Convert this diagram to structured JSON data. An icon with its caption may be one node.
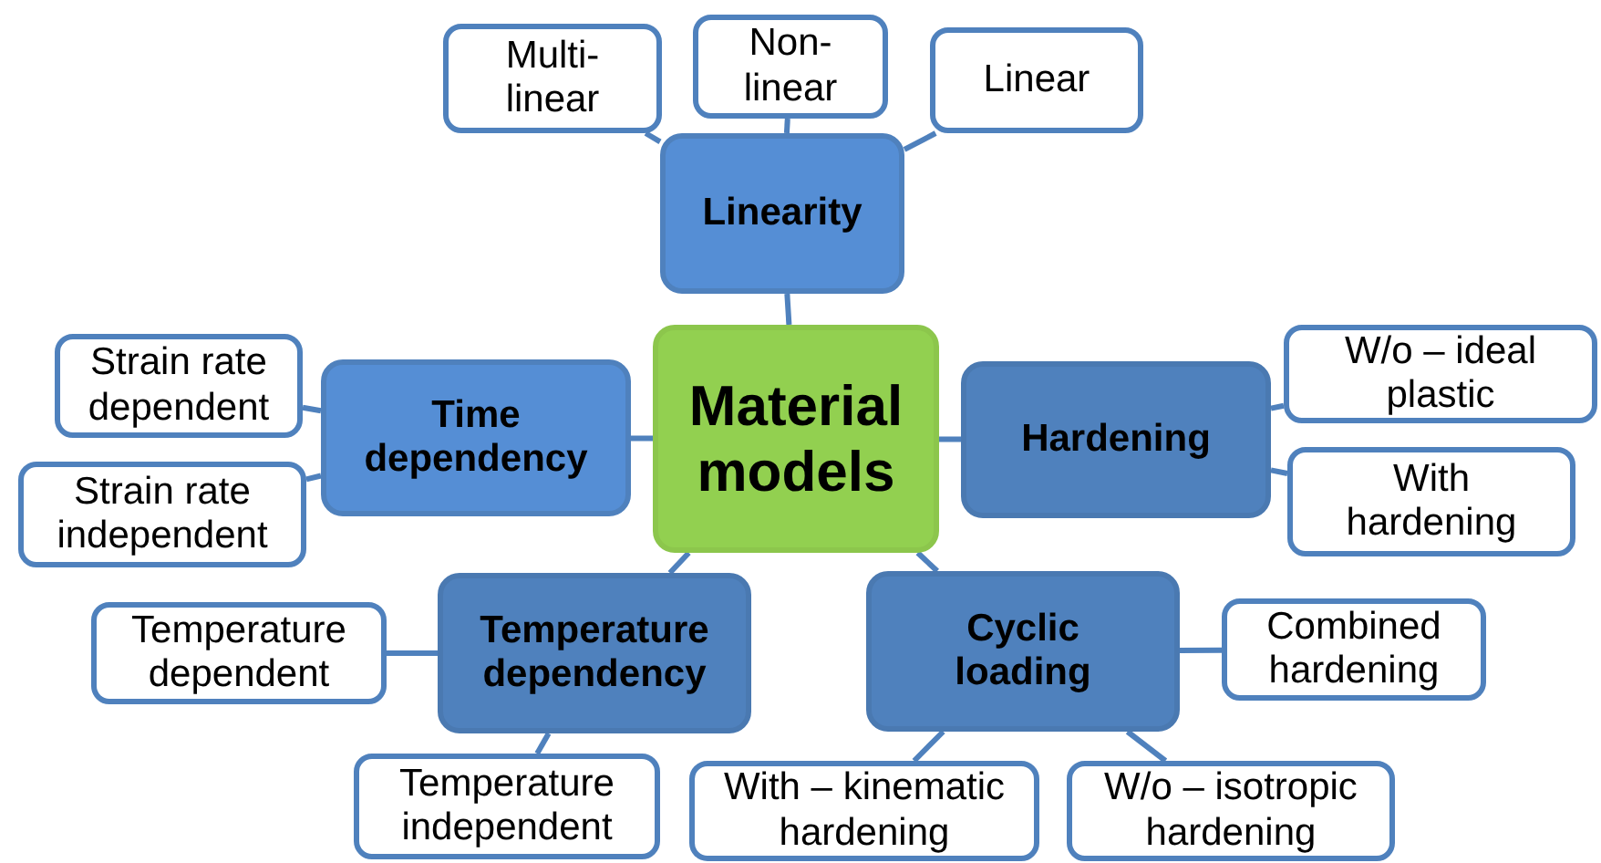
{
  "diagram": {
    "nodes": [
      {
        "text": [
          "Material models"
        ]
      },
      {
        "text": [
          "Linearity"
        ]
      },
      {
        "text": [
          "Multi-linear"
        ]
      },
      {
        "text": [
          "Non-linear"
        ]
      },
      {
        "text": [
          "Linear"
        ]
      },
      {
        "text": [
          "Time dependency"
        ]
      },
      {
        "text": [
          "Strain rate dependent"
        ]
      },
      {
        "text": [
          "Strain rate independent"
        ]
      },
      {
        "text": [
          "Hardening"
        ]
      },
      {
        "text": [
          "W/o – ideal plastic"
        ]
      },
      {
        "text": [
          "With hardening"
        ]
      },
      {
        "text": [
          "Temperature dependency"
        ]
      },
      {
        "text": [
          "Temperature dependent"
        ]
      },
      {
        "text": [
          "Temperature independent"
        ]
      },
      {
        "text": [
          "Cyclic loading"
        ]
      },
      {
        "text": [
          "Combined hardening"
        ]
      },
      {
        "text": [
          "With – kinematic hardening"
        ]
      },
      {
        "text": [
          "W/o – isotropic hardening"
        ]
      }
    ],
    "edges": [
      {
        "from": 0,
        "to": 1,
        "arrow": "none"
      },
      {
        "from": 1,
        "to": 2,
        "arrow": "none"
      },
      {
        "from": 1,
        "to": 3,
        "arrow": "none"
      },
      {
        "from": 1,
        "to": 4,
        "arrow": "none"
      },
      {
        "from": 0,
        "to": 5,
        "arrow": "none"
      },
      {
        "from": 5,
        "to": 6,
        "arrow": "none"
      },
      {
        "from": 5,
        "to": 7,
        "arrow": "none"
      },
      {
        "from": 0,
        "to": 8,
        "arrow": "none"
      },
      {
        "from": 8,
        "to": 9,
        "arrow": "none"
      },
      {
        "from": 8,
        "to": 10,
        "arrow": "none"
      },
      {
        "from": 0,
        "to": 11,
        "arrow": "none"
      },
      {
        "from": 11,
        "to": 12,
        "arrow": "none"
      },
      {
        "from": 11,
        "to": 13,
        "arrow": "none"
      },
      {
        "from": 0,
        "to": 14,
        "arrow": "none"
      },
      {
        "from": 14,
        "to": 15,
        "arrow": "none"
      },
      {
        "from": 14,
        "to": 16,
        "arrow": "none"
      },
      {
        "from": 14,
        "to": 17,
        "arrow": "none"
      }
    ]
  }
}
